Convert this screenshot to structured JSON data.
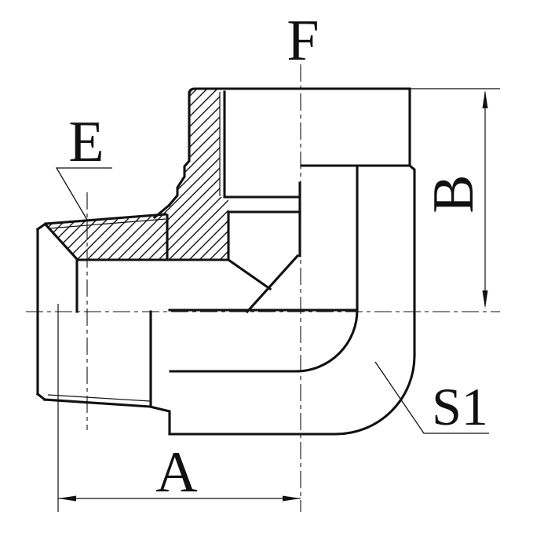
{
  "labels": {
    "top_axis": "F",
    "thread_leader": "E",
    "height_dim": "B",
    "length_dim": "A",
    "wrench_flat": "S1"
  },
  "colors": {
    "line": "#111111",
    "background": "#ffffff"
  }
}
